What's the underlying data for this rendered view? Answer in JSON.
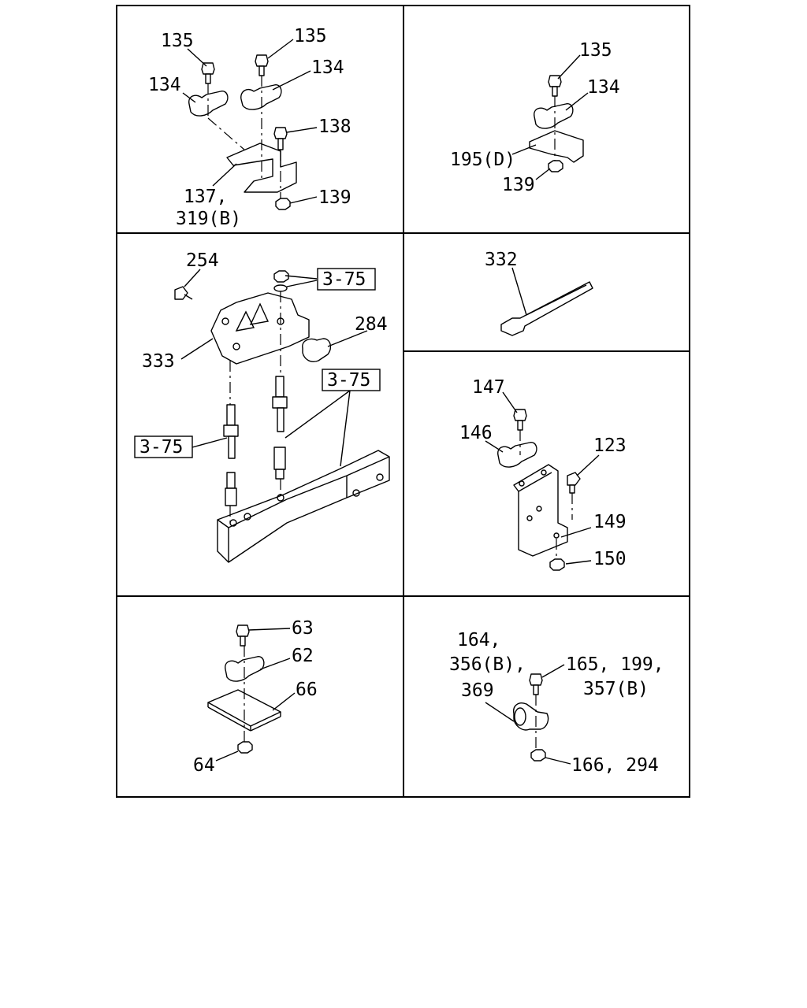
{
  "panels": {
    "p1": {
      "labels": [
        "135",
        "135",
        "134",
        "134",
        "138",
        "137,",
        "319(B)",
        "139"
      ]
    },
    "p2": {
      "labels": [
        "135",
        "134",
        "195(D)",
        "139"
      ]
    },
    "p3": {
      "labels": [
        "254",
        "3-75",
        "284",
        "333",
        "3-75",
        "3-75"
      ]
    },
    "p4": {
      "labels": [
        "332"
      ]
    },
    "p5": {
      "labels": [
        "147",
        "146",
        "123",
        "149",
        "150"
      ]
    },
    "p6": {
      "labels": [
        "63",
        "62",
        "66",
        "64"
      ]
    },
    "p7": {
      "labels": [
        "164,",
        "356(B),",
        "369",
        "165, 199,",
        "357(B)",
        "166, 294"
      ]
    }
  }
}
